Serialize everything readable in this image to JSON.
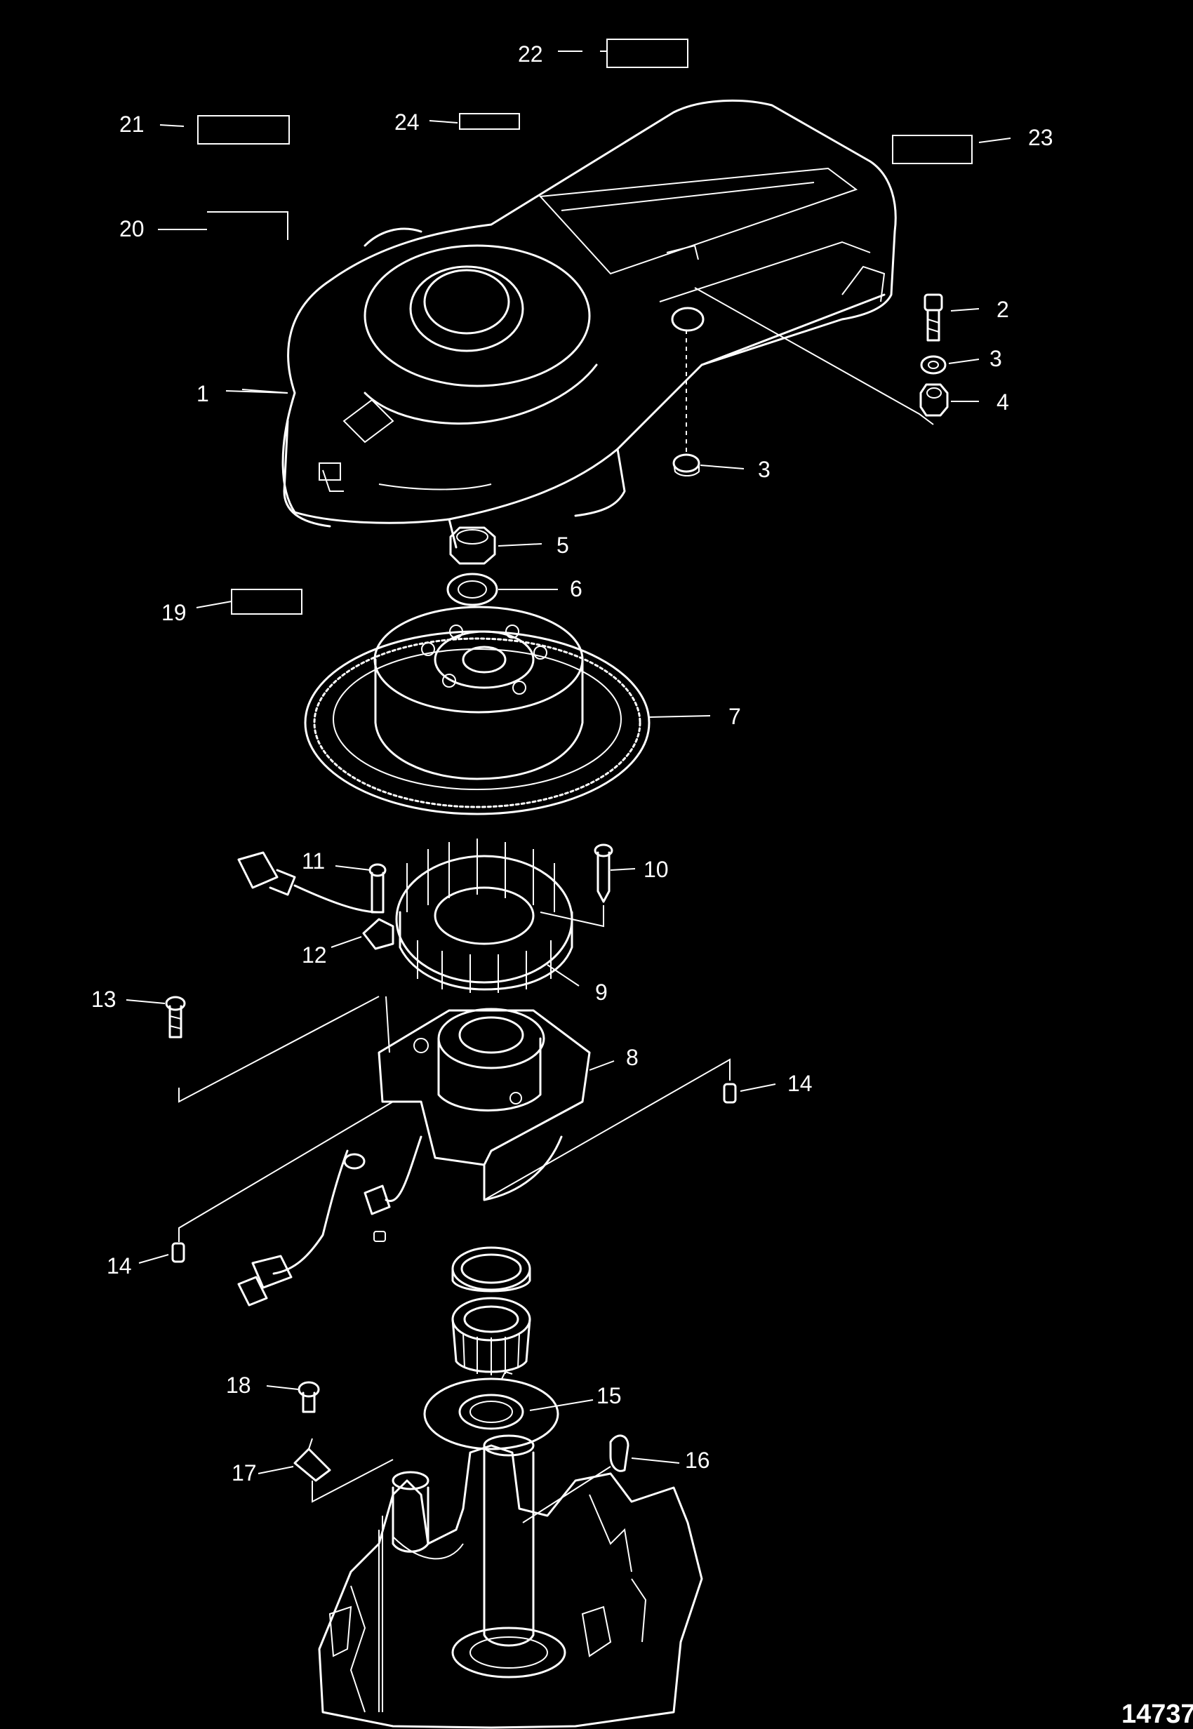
{
  "figure_id": "14737",
  "callouts": [
    {
      "id": "1",
      "label": "1"
    },
    {
      "id": "2",
      "label": "2"
    },
    {
      "id": "3a",
      "label": "3"
    },
    {
      "id": "3b",
      "label": "3"
    },
    {
      "id": "4",
      "label": "4"
    },
    {
      "id": "5",
      "label": "5"
    },
    {
      "id": "6",
      "label": "6"
    },
    {
      "id": "7",
      "label": "7"
    },
    {
      "id": "8",
      "label": "8"
    },
    {
      "id": "9",
      "label": "9"
    },
    {
      "id": "10",
      "label": "10"
    },
    {
      "id": "11",
      "label": "11"
    },
    {
      "id": "12",
      "label": "12"
    },
    {
      "id": "13",
      "label": "13"
    },
    {
      "id": "14a",
      "label": "14"
    },
    {
      "id": "14b",
      "label": "14"
    },
    {
      "id": "15",
      "label": "15"
    },
    {
      "id": "16",
      "label": "16"
    },
    {
      "id": "17",
      "label": "17"
    },
    {
      "id": "18",
      "label": "18"
    },
    {
      "id": "19",
      "label": "19"
    },
    {
      "id": "20",
      "label": "20"
    },
    {
      "id": "21",
      "label": "21"
    },
    {
      "id": "22",
      "label": "22"
    },
    {
      "id": "23",
      "label": "23"
    },
    {
      "id": "24",
      "label": "24"
    }
  ],
  "colors": {
    "background": "#000000",
    "line": "#ffffff"
  }
}
